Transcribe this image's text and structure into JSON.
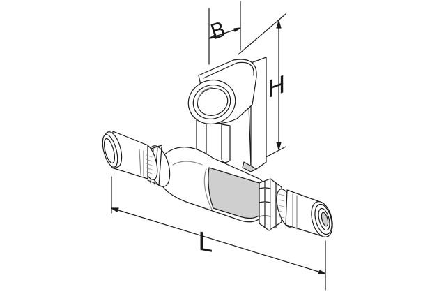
{
  "labels": {
    "width_dimension": "B",
    "height_dimension": "H",
    "length_dimension": "L"
  },
  "colors": {
    "line": "#1a1a1a",
    "shade": "#cfcfcf",
    "dark_shade": "#8a8a8a",
    "background": "#ffffff"
  }
}
